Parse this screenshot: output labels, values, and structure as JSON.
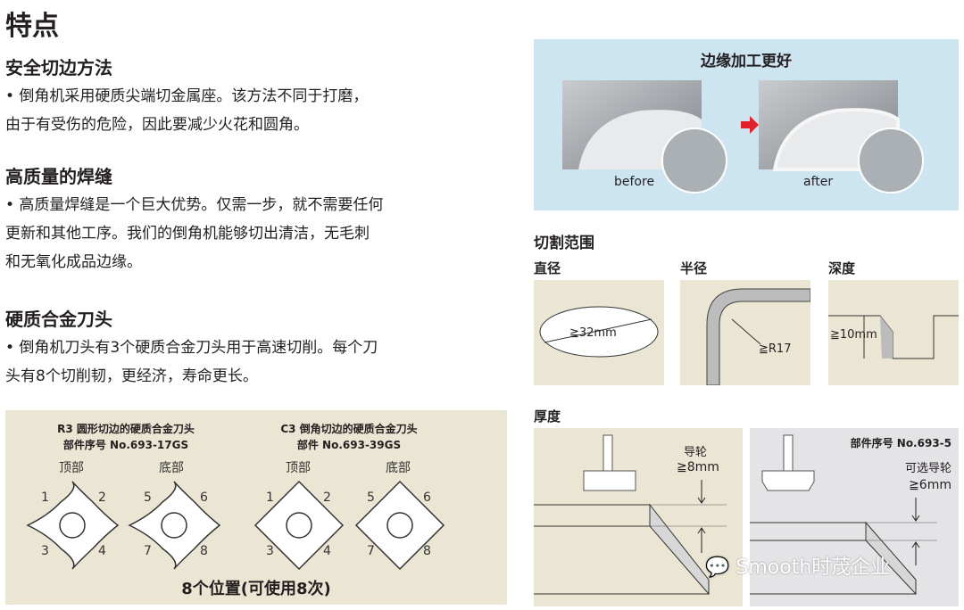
{
  "title": "特点",
  "sections": [
    {
      "heading": "安全切边方法",
      "lines": [
        "• 倒角机采用硬质尖端切金属座。该方法不同于打磨，",
        "由于有受伤的危险，因此要减少火花和圆角。"
      ]
    },
    {
      "heading": "高质量的焊缝",
      "lines": [
        "• 高质量焊缝是一个巨大优势。仅需一步，就不需要任何",
        "更新和其他工序。我们的倒角机能够切出清洁，无毛刺",
        "和无氧化成品边缘。"
      ]
    },
    {
      "heading": "硬质合金刀头",
      "lines": [
        "• 倒角机刀头有3个硬质合金刀头用于高速切削。每个刀",
        "头有8个切削韧，更经济，寿命更长。"
      ]
    }
  ],
  "inserts": {
    "r3": {
      "title": "R3 圆形切边的硬质合金刀头",
      "part": "部件序号 No.693-17GS"
    },
    "c3": {
      "title": "C3 倒角切边的硬质合金刀头",
      "part": "部件 No.693-39GS"
    },
    "top": "顶部",
    "bottom": "底部",
    "nums": [
      "1",
      "2",
      "3",
      "4",
      "5",
      "6",
      "7",
      "8"
    ],
    "footer": "8个位置(可使用8次)"
  },
  "edge": {
    "title": "边缘加工更好",
    "before": "before",
    "after": "after"
  },
  "range": {
    "title": "切割范围",
    "diameter": "直径",
    "diameter_val": "≧32mm",
    "radius": "半径",
    "radius_val": "≧R17",
    "depth": "深度",
    "depth_val": "≧10mm"
  },
  "thickness": {
    "title": "厚度",
    "guide": "导轮",
    "guide_val": "≧8mm",
    "part": "部件序号 No.693-5",
    "optional": "可选导轮",
    "optional_val": "≧6mm"
  },
  "watermark": "Smooth时茂企业",
  "colors": {
    "beige": "#ebe5d3",
    "blue": "#cde5f1",
    "gray": "#e4e4e6",
    "arrow": "#e4202a"
  }
}
